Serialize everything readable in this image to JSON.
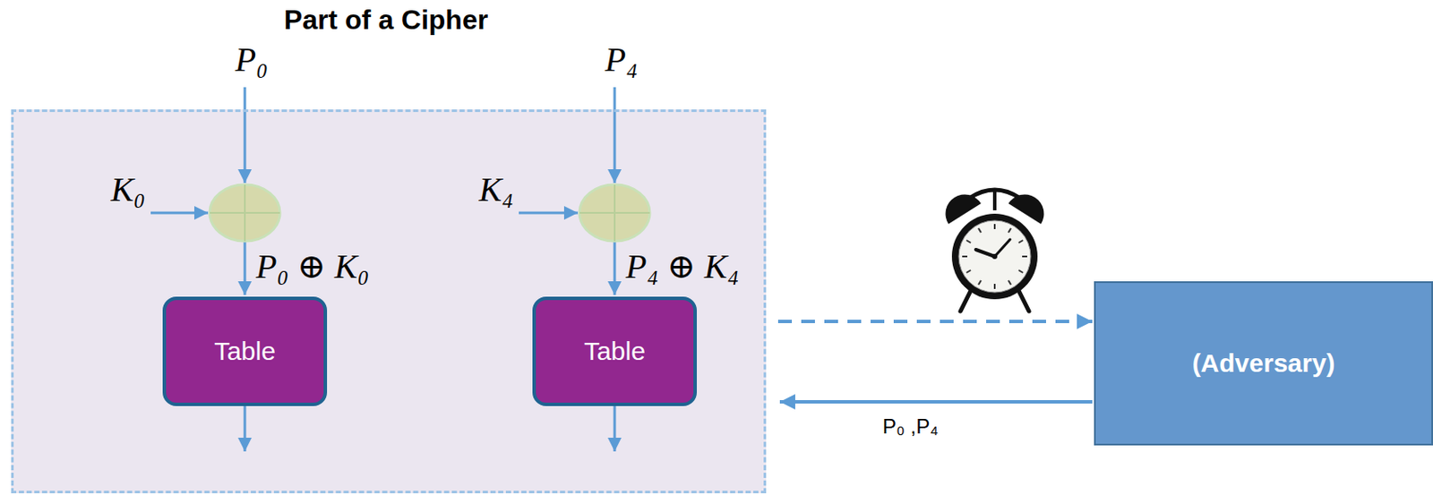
{
  "diagram": {
    "nodes": [
      {
        "text": [
          "Part of a Cipher"
        ]
      },
      {
        "text": [
          "Table"
        ],
        "in": 0
      },
      {
        "text": [
          "Table"
        ],
        "in": 0
      },
      {
        "text": [
          "(Adversary)"
        ]
      }
    ],
    "edges": [
      {
        "from": 0,
        "to": 3,
        "arrow": "to"
      },
      {
        "from": 3,
        "to": 0,
        "label": "P₀ ,P₄",
        "arrow": "to"
      }
    ],
    "labels": [
      "P₀",
      "K₀",
      "P₀ ⊕ K₀",
      "P₄",
      "K₄",
      "P₄ ⊕ K₄"
    ]
  }
}
